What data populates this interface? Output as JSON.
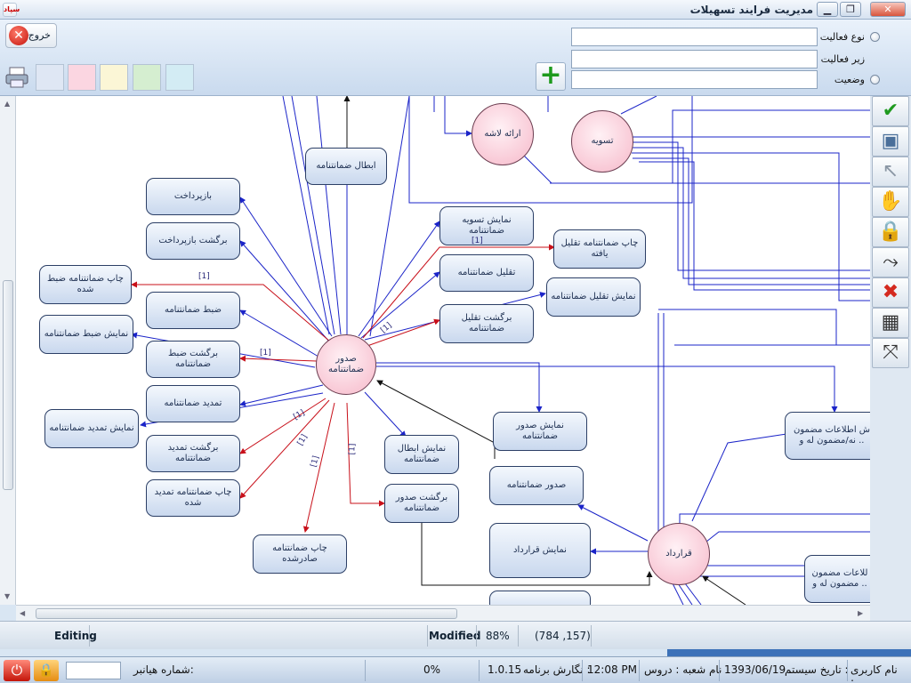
{
  "window": {
    "title": "مدیریت فرایند تسهیلات",
    "logo_text": "سپاد",
    "minimize": "▁",
    "restore": "❐",
    "close": "✕"
  },
  "toolbar": {
    "exit_label": "خروج",
    "exit_icon": "close-circle-icon",
    "add_icon": "+",
    "color_swatches": [
      "#dfe7f4",
      "#fbd6e1",
      "#fbf6d6",
      "#d5eed0",
      "#d3ecf4"
    ],
    "filters": [
      {
        "label": "نوع فعالیت",
        "value": "",
        "has_radio": true
      },
      {
        "label": "زیر فعالیت",
        "value": "",
        "has_radio": false
      },
      {
        "label": "وضعیت",
        "value": "",
        "has_radio": true
      }
    ]
  },
  "diagram": {
    "hubs": [
      {
        "id": "issue",
        "label": "صدور ضمانتنامه"
      },
      {
        "id": "present",
        "label": "ارائه لاشه"
      },
      {
        "id": "settle",
        "label": "تسویه"
      },
      {
        "id": "contract",
        "label": "قرارداد"
      }
    ],
    "nodes": [
      {
        "id": "cancel",
        "label": "ابطال ضمانتنامه"
      },
      {
        "id": "repay",
        "label": "بازپرداخت"
      },
      {
        "id": "repay_back",
        "label": "برگشت بازپرداخت"
      },
      {
        "id": "print_seized",
        "label": "چاپ ضمانتنامه ضبط شده"
      },
      {
        "id": "seize",
        "label": "ضبط ضمانتنامه"
      },
      {
        "id": "show_seize",
        "label": "نمایش ضبط ضمانتنامه"
      },
      {
        "id": "seize_back",
        "label": "برگشت ضبط ضمانتنامه"
      },
      {
        "id": "extend",
        "label": "تمدید ضمانتنامه"
      },
      {
        "id": "show_extend",
        "label": "نمایش تمدید ضمانتنامه"
      },
      {
        "id": "extend_back",
        "label": "برگشت تمدید ضمانتنامه"
      },
      {
        "id": "print_extended",
        "label": "چاپ ضمانتنامه تمدید شده"
      },
      {
        "id": "print_issued",
        "label": "چاپ ضمانتنامه صادرشده"
      },
      {
        "id": "show_cancel",
        "label": "نمایش ابطال ضمانتنامه"
      },
      {
        "id": "issue_back",
        "label": "برگشت صدور ضمانتنامه"
      },
      {
        "id": "show_settle",
        "label": "نمایش تسویه ضمانتنامه"
      },
      {
        "id": "reduce",
        "label": "تقلیل ضمانتنامه"
      },
      {
        "id": "reduce_back",
        "label": "برگشت تقلیل ضمانتنامه"
      },
      {
        "id": "print_reduced",
        "label": "چاپ ضمانتنامه تقلیل یافته"
      },
      {
        "id": "show_reduce",
        "label": "نمایش تقلیل ضمانتنامه"
      },
      {
        "id": "show_issue",
        "label": "نمایش صدور ضمانتنامه"
      },
      {
        "id": "issue2",
        "label": "صدور ضمانتنامه"
      },
      {
        "id": "show_contract",
        "label": "نمایش قرارداد"
      },
      {
        "id": "info1",
        "label": "ش اطلاعات مضمون نه/مضمون له و .."
      },
      {
        "id": "info2",
        "label": "للاعات مضمون مضمون له و .."
      }
    ],
    "edge_labels": [
      "[1]",
      "[1]",
      "[1]",
      "[1]",
      "[1]",
      "[1]",
      "[1]",
      "[1]"
    ]
  },
  "palette": {
    "tools": [
      {
        "name": "confirm-icon",
        "glyph": "✔",
        "color": "#1f9a1f"
      },
      {
        "name": "save-icon",
        "glyph": "💾",
        "color": "#4a6f9a"
      },
      {
        "name": "pointer-icon",
        "glyph": "↖",
        "color": "#8a96a4"
      },
      {
        "name": "hand-icon",
        "glyph": "✋",
        "color": "#333"
      },
      {
        "name": "lock-icon",
        "glyph": "🔒",
        "color": "#d49a10"
      },
      {
        "name": "connector-icon",
        "glyph": "⤳",
        "color": "#333"
      },
      {
        "name": "delete-icon",
        "glyph": "✖",
        "color": "#d42a1f"
      },
      {
        "name": "text-select-icon",
        "glyph": "▦",
        "color": "#333"
      },
      {
        "name": "collapse-icon",
        "glyph": "⤧",
        "color": "#333"
      }
    ]
  },
  "status": {
    "mode": "Editing",
    "modified": "Modified",
    "zoom": "88%",
    "coords": "(784 ,157)"
  },
  "taskbar": {
    "banner_number_label": "شماره هیانبر:",
    "progress": "0%",
    "version_label": "نگارش برنامه :",
    "version": "1.0.15",
    "time": "12:08 PM",
    "branch": "نام شعبه : دروس",
    "system_date_label": "تاریخ سیستم :",
    "system_date": "1393/06/19",
    "username_label": "نام کاربری :..."
  }
}
